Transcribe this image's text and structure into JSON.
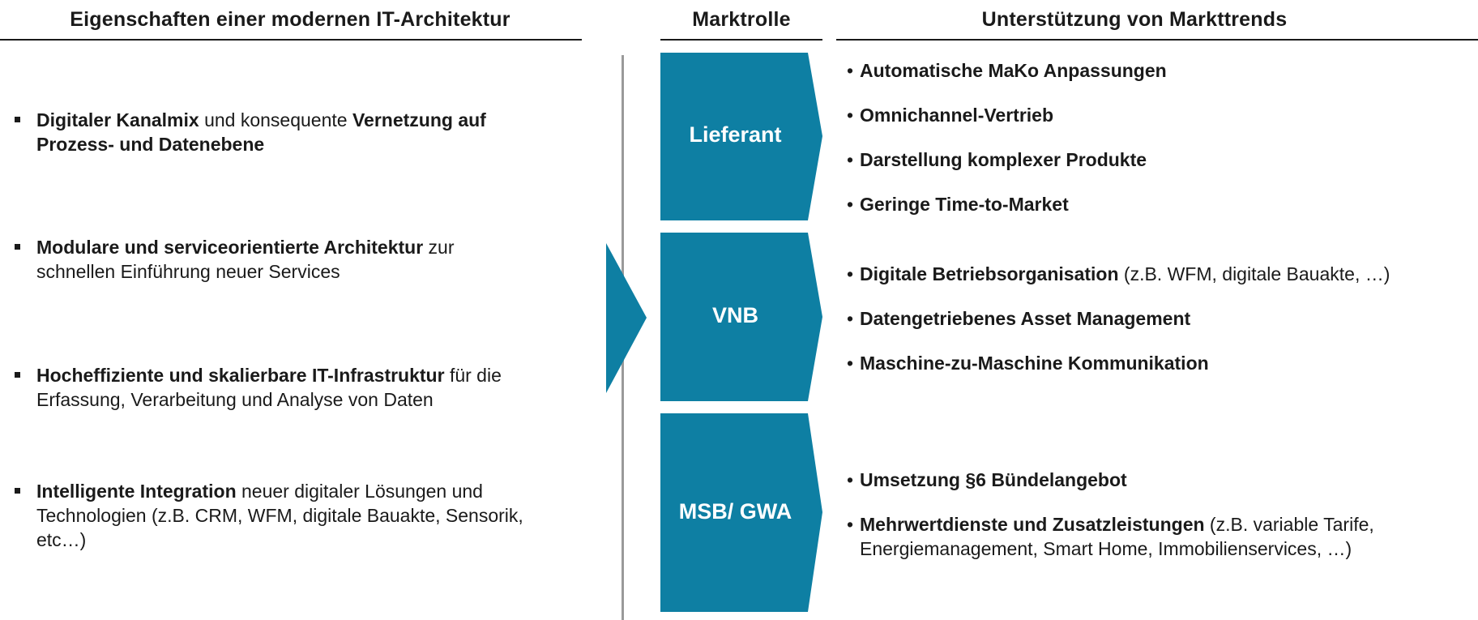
{
  "headers": {
    "left": "Eigenschaften einer modernen IT-Architektur",
    "middle": "Marktrolle",
    "right": "Unterstützung von Markttrends"
  },
  "colors": {
    "chevron": "#0e7fa3",
    "text": "#1a1a1a",
    "separator": "#9a9a9a"
  },
  "left_items": [
    {
      "bold1": "Digitaler Kanalmix",
      "normal1": " und konsequente ",
      "bold2": "Vernetzung auf",
      "line2_bold": "Prozess- und Datenebene",
      "line2_normal": ""
    },
    {
      "bold1": "Modulare und serviceorientierte Architektur",
      "normal1": " zur",
      "bold2": "",
      "line2_bold": "",
      "line2_normal": "schnellen Einführung  neuer Services"
    },
    {
      "bold1": "Hocheffiziente und skalierbare IT-Infrastruktur",
      "normal1": " für die",
      "bold2": "",
      "line2_bold": "",
      "line2_normal": "Erfassung, Verarbeitung und Analyse von Daten"
    },
    {
      "bold1": "Intelligente Integration",
      "normal1": " neuer digitaler Lösungen und",
      "bold2": "",
      "line2_bold": "",
      "line2_normal": "Technologien  (z.B. CRM, WFM, digitale Bauakte, Sensorik,",
      "line3_normal": "etc…)"
    }
  ],
  "roles": [
    {
      "label": "Lieferant"
    },
    {
      "label": "VNB"
    },
    {
      "label": "MSB/ GWA"
    }
  ],
  "trends": [
    {
      "bullet": "•",
      "bold": "Automatische MaKo Anpassungen",
      "normal": ""
    },
    {
      "bullet": "•",
      "bold": "Omnichannel-Vertrieb",
      "normal": ""
    },
    {
      "bullet": "•",
      "bold": "Darstellung komplexer Produkte",
      "normal": ""
    },
    {
      "bullet": "•",
      "bold": "Geringe Time-to-Market",
      "normal": ""
    },
    {
      "bullet": "•",
      "bold": "Digitale Betriebsorganisation",
      "normal": " (z.B. WFM, digitale Bauakte, …)"
    },
    {
      "bullet": "•",
      "bold": "Datengetriebenes Asset Management",
      "normal": ""
    },
    {
      "bullet": "•",
      "bold": "Maschine-zu-Maschine Kommunikation",
      "normal": ""
    },
    {
      "bullet": "•",
      "bold": "Umsetzung §6 Bündelangebot",
      "normal": ""
    },
    {
      "bullet": "•",
      "bold": "Mehrwertdienste und Zusatzleistungen",
      "normal": " (z.B. variable Tarife,",
      "line2": "Energiemanagement, Smart Home, Immobilienservices, …)"
    }
  ]
}
